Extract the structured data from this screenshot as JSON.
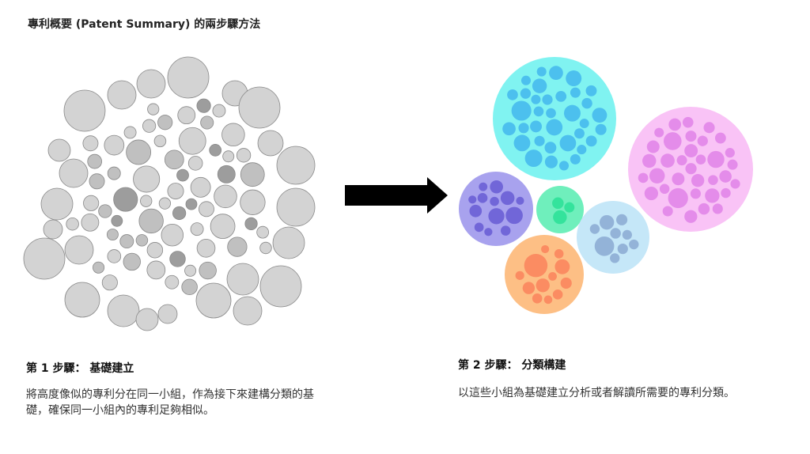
{
  "title": "專利概要 (Patent Summary) 的兩步驟方法",
  "steps": [
    {
      "title": "第 1 步驟： 基礎建立",
      "description": "將高度像似的專利分在同一小組，作為接下來建構分類的基礎，確保同一小組內的專利足夠相似。"
    },
    {
      "title": "第 2 步驟： 分類構建",
      "description": "以這些小組為基礎建立分析或者解讀所需要的專利分類。"
    }
  ],
  "colors": {
    "bubble_light": "#d3d3d3",
    "bubble_mid": "#c0c0c0",
    "bubble_dark": "#9d9d9d",
    "bubble_stroke": "#888888",
    "arrow": "#000000",
    "cluster_cyan": "#80f3f1",
    "cluster_cyan_inner": "#4cc0ee",
    "cluster_pink": "#f9c3f6",
    "cluster_pink_inner": "#e48cea",
    "cluster_purple": "#a8a2ee",
    "cluster_purple_inner": "#7166d8",
    "cluster_green": "#6fefbc",
    "cluster_green_inner": "#34e39c",
    "cluster_blue": "#c5e7f8",
    "cluster_blue_inner": "#93b3d8",
    "cluster_orange": "#fdbf85",
    "cluster_orange_inner": "#fb8c62"
  }
}
